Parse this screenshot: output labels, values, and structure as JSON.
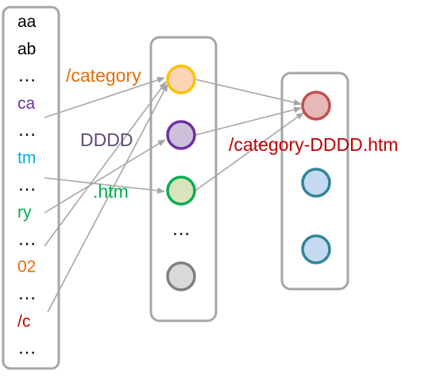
{
  "colors": {
    "box_stroke": "#a6a6a6",
    "edge": "#a6a6a6",
    "default_text": "#000000",
    "orange": "#e46c0a",
    "purple": "#7030a0",
    "cyan": "#00b0f0",
    "green": "#00b050",
    "red": "#c00000",
    "slate_purple": "#604a7b"
  },
  "input_list": {
    "tokens": [
      {
        "text": "aa",
        "color": "#000000"
      },
      {
        "text": "ab",
        "color": "#000000"
      },
      {
        "text": "…",
        "color": "#000000"
      },
      {
        "text": "ca",
        "color": "#7030a0"
      },
      {
        "text": "…",
        "color": "#000000"
      },
      {
        "text": "tm",
        "color": "#00b0f0"
      },
      {
        "text": "…",
        "color": "#000000"
      },
      {
        "text": "ry",
        "color": "#00b050"
      },
      {
        "text": "…",
        "color": "#000000"
      },
      {
        "text": "02",
        "color": "#e46c0a"
      },
      {
        "text": "…",
        "color": "#000000"
      },
      {
        "text": "/c",
        "color": "#c00000"
      },
      {
        "text": "…",
        "color": "#000000"
      }
    ]
  },
  "middle_column": {
    "nodes": [
      {
        "fill": "#fcd5b4",
        "stroke": "#ffc000"
      },
      {
        "fill": "#ccc0da",
        "stroke": "#7030a0"
      },
      {
        "fill": "#d8e4bc",
        "stroke": "#00b050"
      },
      {
        "ellipsis": "…"
      },
      {
        "fill": "#d9d9d9",
        "stroke": "#7f7f7f"
      }
    ],
    "labels": [
      {
        "text": "/category",
        "color": "#e46c0a"
      },
      {
        "text": "DDDD",
        "color": "#604a7b"
      },
      {
        "text": ".htm",
        "color": "#00b050"
      }
    ]
  },
  "right_column": {
    "nodes": [
      {
        "fill": "#e6b8b7",
        "stroke": "#c0504d"
      },
      {
        "fill": "#c5d9f1",
        "stroke": "#31849b"
      },
      {
        "fill": "#c5d9f1",
        "stroke": "#31849b"
      }
    ],
    "label": {
      "text": "/category-DDDD.htm",
      "color": "#c00000"
    }
  }
}
